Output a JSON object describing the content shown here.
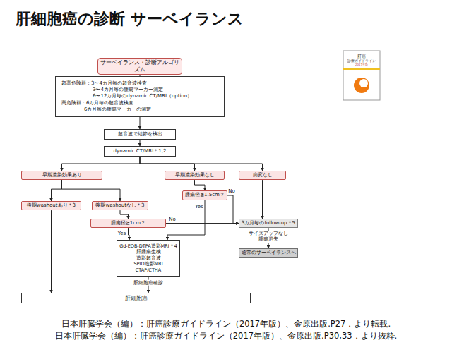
{
  "diagram": {
    "title": "肝細胞癌の診断 サーベイランス",
    "caption": "日本肝臓学会（編）：肝癌診療ガイドライン（2017年版）、金原出版.P27．より転載.",
    "nodes": [
      {
        "text": [
          "サーベイランス・診断アルゴリズム"
        ]
      },
      {
        "text": [
          "超高危険群：3〜4カ月毎の超音波検査",
          "3〜4カ月毎の腫瘍マーカー測定",
          "6〜12カ月毎のdynamic CT/MRI（option）",
          "高危険群：6カ月毎の超音波検査",
          "6カ月毎の腫瘍マーカーの測定"
        ]
      },
      {
        "text": [
          "超音波で結節を検出"
        ]
      },
      {
        "text": [
          "dynamic CT/MRI＊1,2"
        ]
      },
      {
        "text": [
          "早期濃染効果あり"
        ]
      },
      {
        "text": [
          "早期濃染効果なし"
        ]
      },
      {
        "text": [
          "病変なし"
        ]
      },
      {
        "text": [
          "後期washoutあり＊3"
        ]
      },
      {
        "text": [
          "後期washoutなし＊3"
        ]
      },
      {
        "text": [
          "腫瘍径≧1.5cm？"
        ]
      },
      {
        "text": [
          "腫瘍径≧1cm？"
        ]
      },
      {
        "text": [
          "Gd-EOB-DTPA造影MRI＊4",
          "肝腫瘍生検",
          "造影超音波",
          "SPIO造影MRI",
          "CTAP/CTHA"
        ]
      },
      {
        "text": [
          "3カ月毎のfollow-up＊5"
        ]
      },
      {
        "text": [
          "通常のサーベイランスへ"
        ]
      },
      {
        "text": [
          "肝細胞癌"
        ]
      }
    ],
    "edges": [
      {
        "from": 0,
        "to": 1,
        "arrow": "none"
      },
      {
        "from": 1,
        "to": 2,
        "arrow": "to"
      },
      {
        "from": 2,
        "to": 3,
        "arrow": "to"
      },
      {
        "from": 3,
        "to": 4,
        "arrow": "to"
      },
      {
        "from": 3,
        "to": 5,
        "arrow": "to"
      },
      {
        "from": 3,
        "to": 6,
        "arrow": "to"
      },
      {
        "from": 4,
        "to": 7,
        "arrow": "to"
      },
      {
        "from": 4,
        "to": 8,
        "arrow": "to"
      },
      {
        "from": 8,
        "to": 10,
        "arrow": "to"
      },
      {
        "from": 5,
        "to": 9,
        "arrow": "to"
      },
      {
        "from": 9,
        "to": 11,
        "label": "Yes",
        "arrow": "to"
      },
      {
        "from": 9,
        "to": 12,
        "label": "No",
        "arrow": "to"
      },
      {
        "from": 10,
        "to": 11,
        "label": "Yes",
        "arrow": "to"
      },
      {
        "from": 10,
        "to": 12,
        "label": "No",
        "arrow": "to"
      },
      {
        "from": 6,
        "to": 12,
        "arrow": "to"
      },
      {
        "from": 12,
        "to": 13,
        "label": "サイズアップなし 腫瘍消失",
        "arrow": "to"
      },
      {
        "from": 7,
        "to": 14,
        "arrow": "to"
      },
      {
        "from": 11,
        "to": 14,
        "label": "肝細胞癌確診",
        "arrow": "to"
      }
    ],
    "labels": [
      "肝癌",
      "診療ガイドライン",
      "2017年版",
      "日本肝臓学会（編）：肝癌診療ガイドライン（2017年版）、金原出版.P30,33．より抜粋."
    ]
  }
}
